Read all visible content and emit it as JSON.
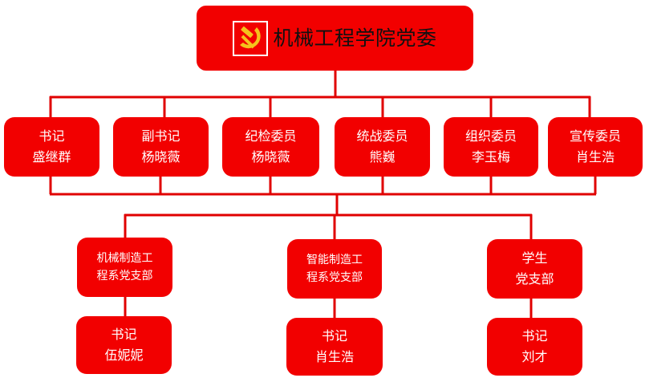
{
  "root": {
    "title": "机械工程学院党委",
    "emblem_icon": "party-emblem-icon"
  },
  "committee": [
    {
      "role": "书记",
      "name": "盛继群"
    },
    {
      "role": "副书记",
      "name": "杨晓薇"
    },
    {
      "role": "纪检委员",
      "name": "杨晓薇"
    },
    {
      "role": "统战委员",
      "name": "熊巍"
    },
    {
      "role": "组织委员",
      "name": "李玉梅"
    },
    {
      "role": "宣传委员",
      "name": "肖生浩"
    }
  ],
  "branches": [
    {
      "name_line1": "机械制造工",
      "name_line2": "程系党支部",
      "secretary_role": "书记",
      "secretary_name": "伍妮妮"
    },
    {
      "name_line1": "智能制造工",
      "name_line2": "程系党支部",
      "secretary_role": "书记",
      "secretary_name": "肖生浩"
    },
    {
      "name_line1": "学生",
      "name_line2": "党支部",
      "secretary_role": "书记",
      "secretary_name": "刘才"
    }
  ],
  "colors": {
    "box": "#f20000",
    "line": "#e00000",
    "text": "#ffffff",
    "title_text": "#111111",
    "emblem": "#f4c21c"
  }
}
